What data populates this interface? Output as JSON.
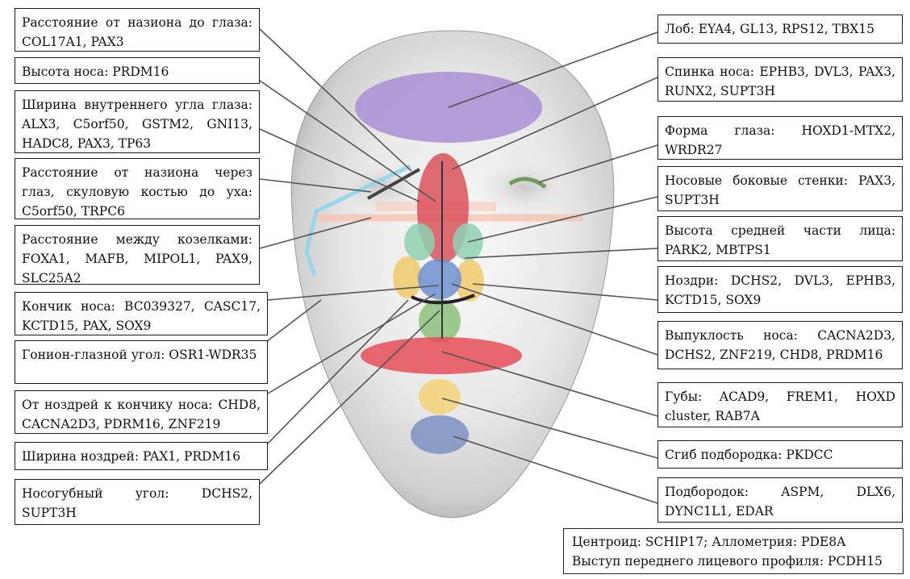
{
  "left_labels": [
    "Расстояние от назиона до глаза: COL17A1, PAX3",
    "Высота носа: PRDM16",
    "Ширина внутреннего угла глаза: ALX3, C5orf50, GSTM2, GNI13, HADC8, PAX3, TP63",
    "Расстояние от назиона через глаз, скуловую костью до уха: C5orf50, TRPC6",
    "Расстояние между козелками: FOXA1, MAFB, MIPOL1, PAX9, SLC25A2",
    "Кончик носа: BC039327, CASC17, KCTD15, PAX, SOX9",
    "Гонион-глазной угол: OSR1-WDR35",
    "От ноздрей к кончику носа: CHD8, CACNA2D3, PDRM16, ZNF219",
    "Ширина ноздрей: PAX1, PRDM16",
    "Носогубный угол: DCHS2, SUPT3H"
  ],
  "right_labels": [
    "Лоб: EYA4, GL13, RPS12, TBX15",
    "Спинка носа: EPHB3, DVL3, PAX3, RUNX2, SUPT3H",
    "Форма глаза: HOXD1-MTX2, WRDR27",
    "Носовые боковые стенки: PAX3, SUPT3H",
    "Высота средней части лица: PARK2, MBTPS1",
    "Ноздри: DCHS2, DVL3, EPHB3, KCTD15, SOX9",
    "Выпуклость носа: CACNA2D3, DCHS2, ZNF219, CHD8, PRDM16",
    "Губы: ACAD9, FREM1, HOXD cluster, RAB7A",
    "Сгиб подбородка: PKDCC",
    "Подбородок: ASPM, DLX6, DYNC1L1, EDAR"
  ],
  "bottom_box": {
    "line1": "Центроид: SCHIP17; Аллометрия: PDE8A",
    "line2": "Выступ переднего лицевого профиля: PCDH15"
  },
  "colors": {
    "forehead": "#a98fd6",
    "nose_bridge": "#d9515a",
    "nasal_sides": "#8fd1b3",
    "nostrils": "#f0c96a",
    "nose_tip": "#6f8fd2",
    "philtrum": "#8cc17a",
    "lips": "#e64f58",
    "chin_fold": "#f3d37a",
    "chin": "#7d90c2",
    "cheekbone_line": "#8ad6ec",
    "tragion_line": "#f5c7b4",
    "leader_line": "#555555"
  }
}
